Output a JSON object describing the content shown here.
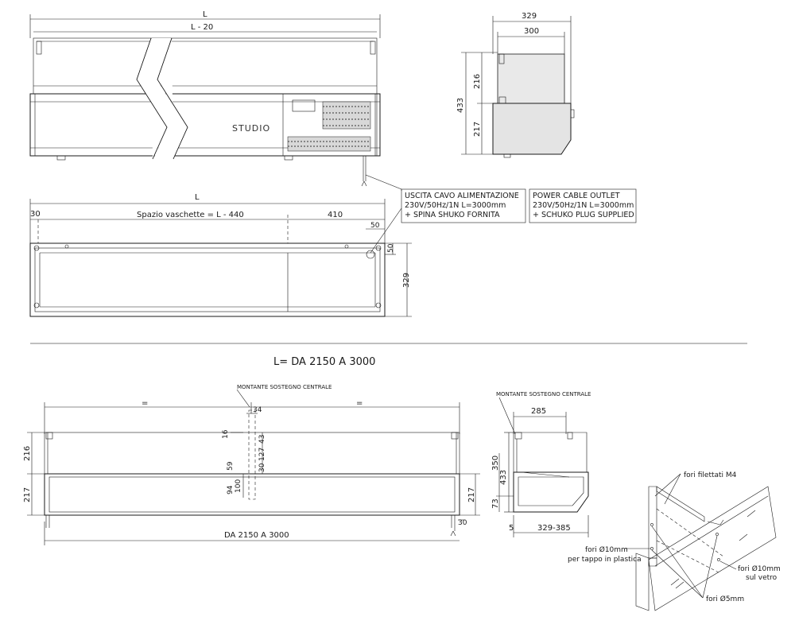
{
  "drawing_1": {
    "dim_L": "L",
    "dim_L_minus_20": "L - 20",
    "brand": "STUDIO",
    "side_top_width": "329",
    "side_inner_width": "300",
    "side_total_height": "433",
    "side_glass_height": "216",
    "side_body_height": "217"
  },
  "plan_view": {
    "dim_L": "L",
    "dim_30": "30",
    "dim_tray_space": "Spazio vaschette = L - 440",
    "dim_410": "410",
    "dim_50_top": "50",
    "dim_50_side": "50",
    "dim_329": "329"
  },
  "cable_note_it": {
    "line1": "USCITA CAVO ALIMENTAZIONE",
    "line2": "230V/50Hz/1N L=3000mm",
    "line3": "+ SPINA SHUKO FORNITA"
  },
  "cable_note_en": {
    "line1": "POWER CABLE OUTLET",
    "line2": "230V/50Hz/1N L=3000mm",
    "line3": "+ SCHUKO PLUG SUPPLIED"
  },
  "section_title": "L= DA 2150 A 3000",
  "drawing_2": {
    "central_support_label": "MONTANTE SOSTEGNO CENTRALE",
    "eq_left": "=",
    "eq_right": "=",
    "dim_34": "34",
    "dim_16": "16",
    "dim_43": "43",
    "dim_127": "127",
    "dim_59": "59",
    "dim_30": "30",
    "dim_100": "100",
    "dim_94": "94",
    "dim_216": "216",
    "dim_217_left": "217",
    "dim_217_right": "217",
    "dim_433": "433",
    "dim_30_bottom": "30",
    "dim_total": "DA 2150 A 3000"
  },
  "drawing_2_side": {
    "central_support_label": "MONTANTE SOSTEGNO CENTRALE",
    "dim_285": "285",
    "dim_350": "350",
    "dim_73": "73",
    "dim_5": "5",
    "dim_329_385": "329-385"
  },
  "detail": {
    "threaded_holes": "fori filettati M4",
    "holes_10_a": "fori Ø10mm",
    "holes_10_b": "per tappo in plastica",
    "holes_10_glass_a": "fori Ø10mm",
    "holes_10_glass_b": "sul vetro",
    "holes_5": "fori Ø5mm"
  }
}
